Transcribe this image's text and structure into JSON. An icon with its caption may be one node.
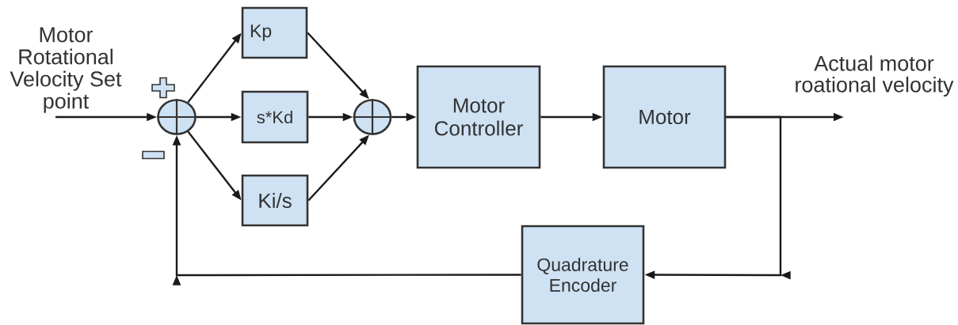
{
  "diagram": {
    "nodes": [
      {
        "text": [
          "Motor Rotational Velocity Set point"
        ]
      },
      {
        "text": [],
        "shape": "circle"
      },
      {
        "text": [
          "Kp"
        ]
      },
      {
        "text": [
          "s*Kd"
        ]
      },
      {
        "text": [
          "Ki/s"
        ]
      },
      {
        "text": [],
        "shape": "circle"
      },
      {
        "text": [
          "Motor Controller"
        ]
      },
      {
        "text": [
          "Motor"
        ]
      },
      {
        "text": [
          "Quadrature Encoder"
        ]
      }
    ],
    "edges": [
      {
        "from": 0,
        "to": 1,
        "arrow": "to"
      },
      {
        "from": 1,
        "to": 2,
        "arrow": "to"
      },
      {
        "from": 1,
        "to": 3,
        "arrow": "to"
      },
      {
        "from": 1,
        "to": 4,
        "arrow": "to"
      },
      {
        "from": 2,
        "to": 5,
        "arrow": "to"
      },
      {
        "from": 3,
        "to": 5,
        "arrow": "to"
      },
      {
        "from": 4,
        "to": 5,
        "arrow": "to"
      },
      {
        "from": 5,
        "to": 6,
        "arrow": "to"
      },
      {
        "from": 6,
        "to": 7,
        "arrow": "to"
      },
      {
        "from": 7,
        "to": null,
        "arrow": "to"
      },
      {
        "from": 7,
        "to": 8,
        "arrow": "to"
      },
      {
        "from": 8,
        "to": 1,
        "arrow": "to"
      }
    ],
    "labels": [
      "Actual motor roational velocity"
    ]
  }
}
